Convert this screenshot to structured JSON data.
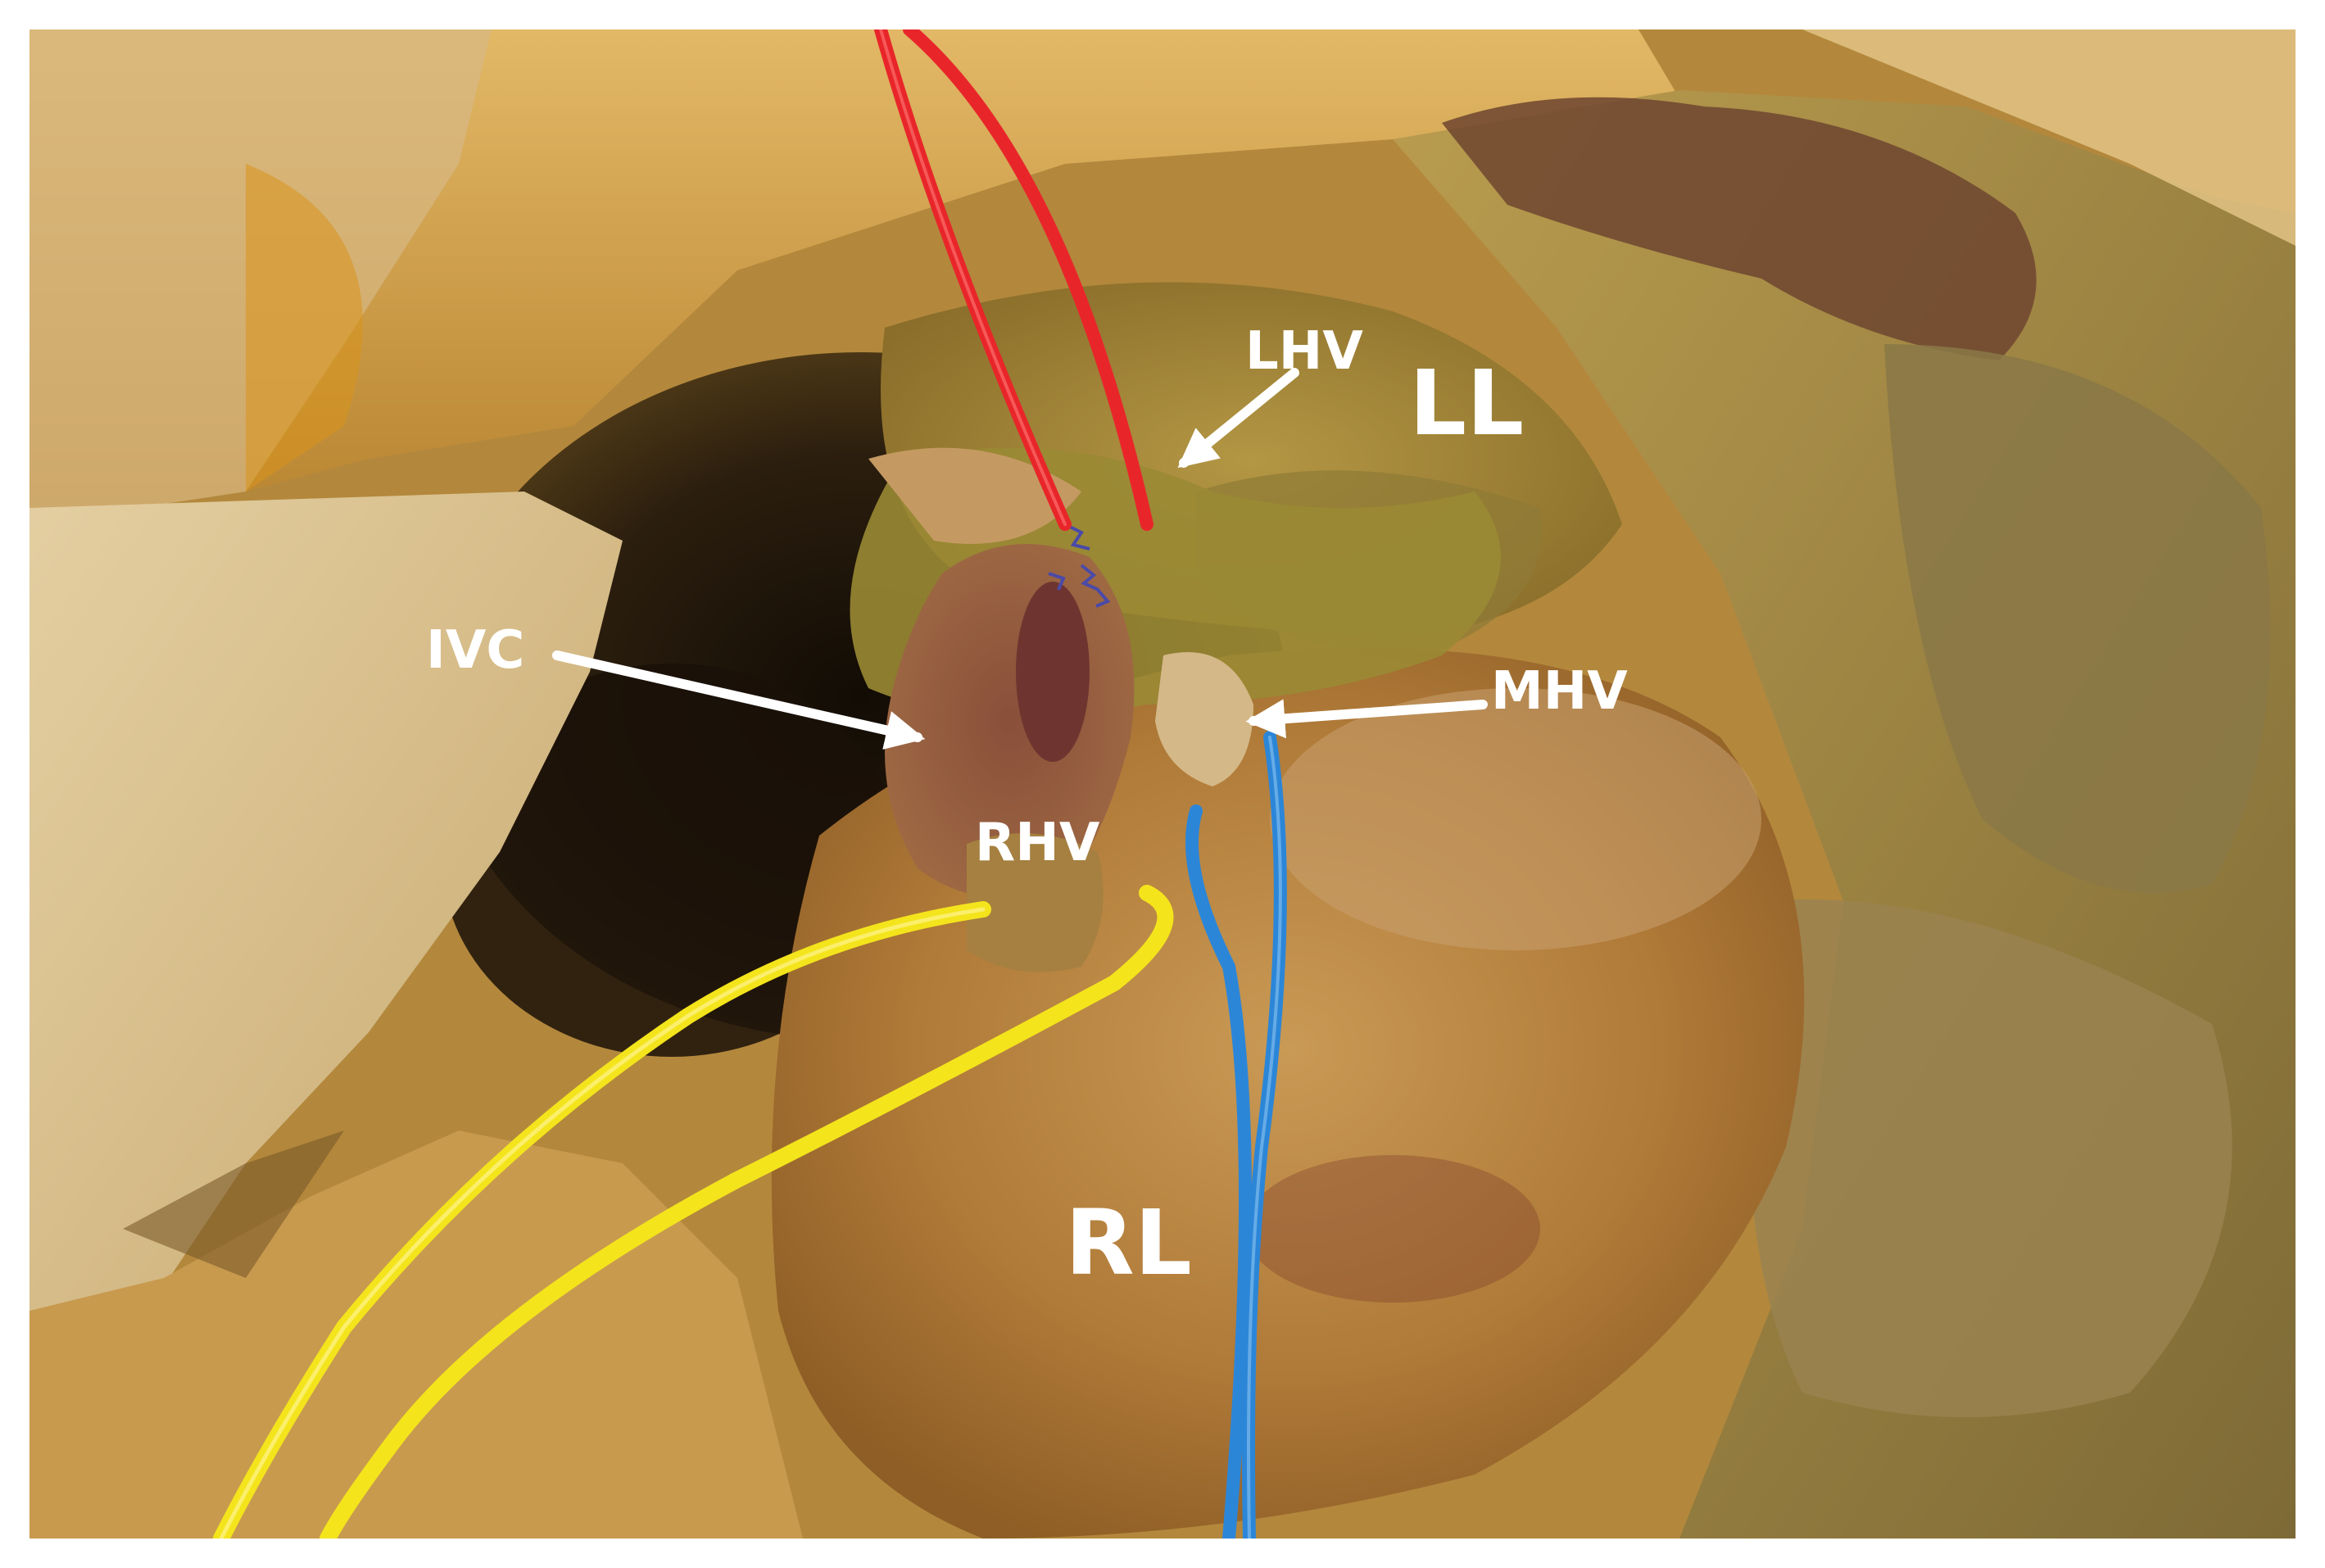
{
  "labels": {
    "lhv": "LHV",
    "ll": "LL",
    "ivc": "IVC",
    "mhv": "MHV",
    "rhv": "RHV",
    "rl": "RL"
  },
  "colors": {
    "background": "#ffffff",
    "wire_red": "#e8262a",
    "wire_yellow": "#f4e41c",
    "wire_blue": "#2c86d8",
    "liver_tissue": "#b88a3c",
    "label_text": "#ffffff"
  }
}
